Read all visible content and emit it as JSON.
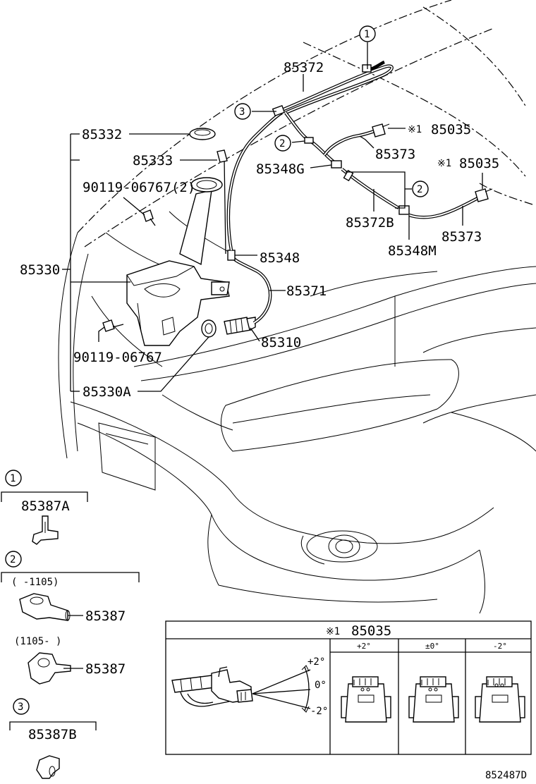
{
  "labels": {
    "p85372": "85372",
    "p85332": "85332",
    "p85333": "85333",
    "p90119_2": "90119-06767(2)",
    "p85330": "85330",
    "p90119": "90119-06767",
    "p85330a": "85330A",
    "p85348g": "85348G",
    "p85372b": "85372B",
    "p85348m": "85348M",
    "p85348": "85348",
    "p85371": "85371",
    "p85310": "85310",
    "p85035a": "85035",
    "p85035b": "85035",
    "p85373a": "85373",
    "p85373b": "85373",
    "note_mark": "※1",
    "footer_code": "852487D"
  },
  "callouts": {
    "c1": "1",
    "c2": "2",
    "c3": "3"
  },
  "legend": {
    "group1": {
      "num": "1",
      "part": "85387A"
    },
    "group2": {
      "num": "2",
      "range1": "(    -1105)",
      "part1": "85387",
      "range2": "(1105-     )",
      "part2": "85387"
    },
    "group3": {
      "num": "3",
      "part": "85387B"
    }
  },
  "inset": {
    "title_mark": "※1",
    "title_part": "85035",
    "angle_up": "+2°",
    "angle_zero": "0°",
    "angle_down": "-2°",
    "columns": [
      "+2°",
      "±0°",
      "-2°"
    ]
  }
}
